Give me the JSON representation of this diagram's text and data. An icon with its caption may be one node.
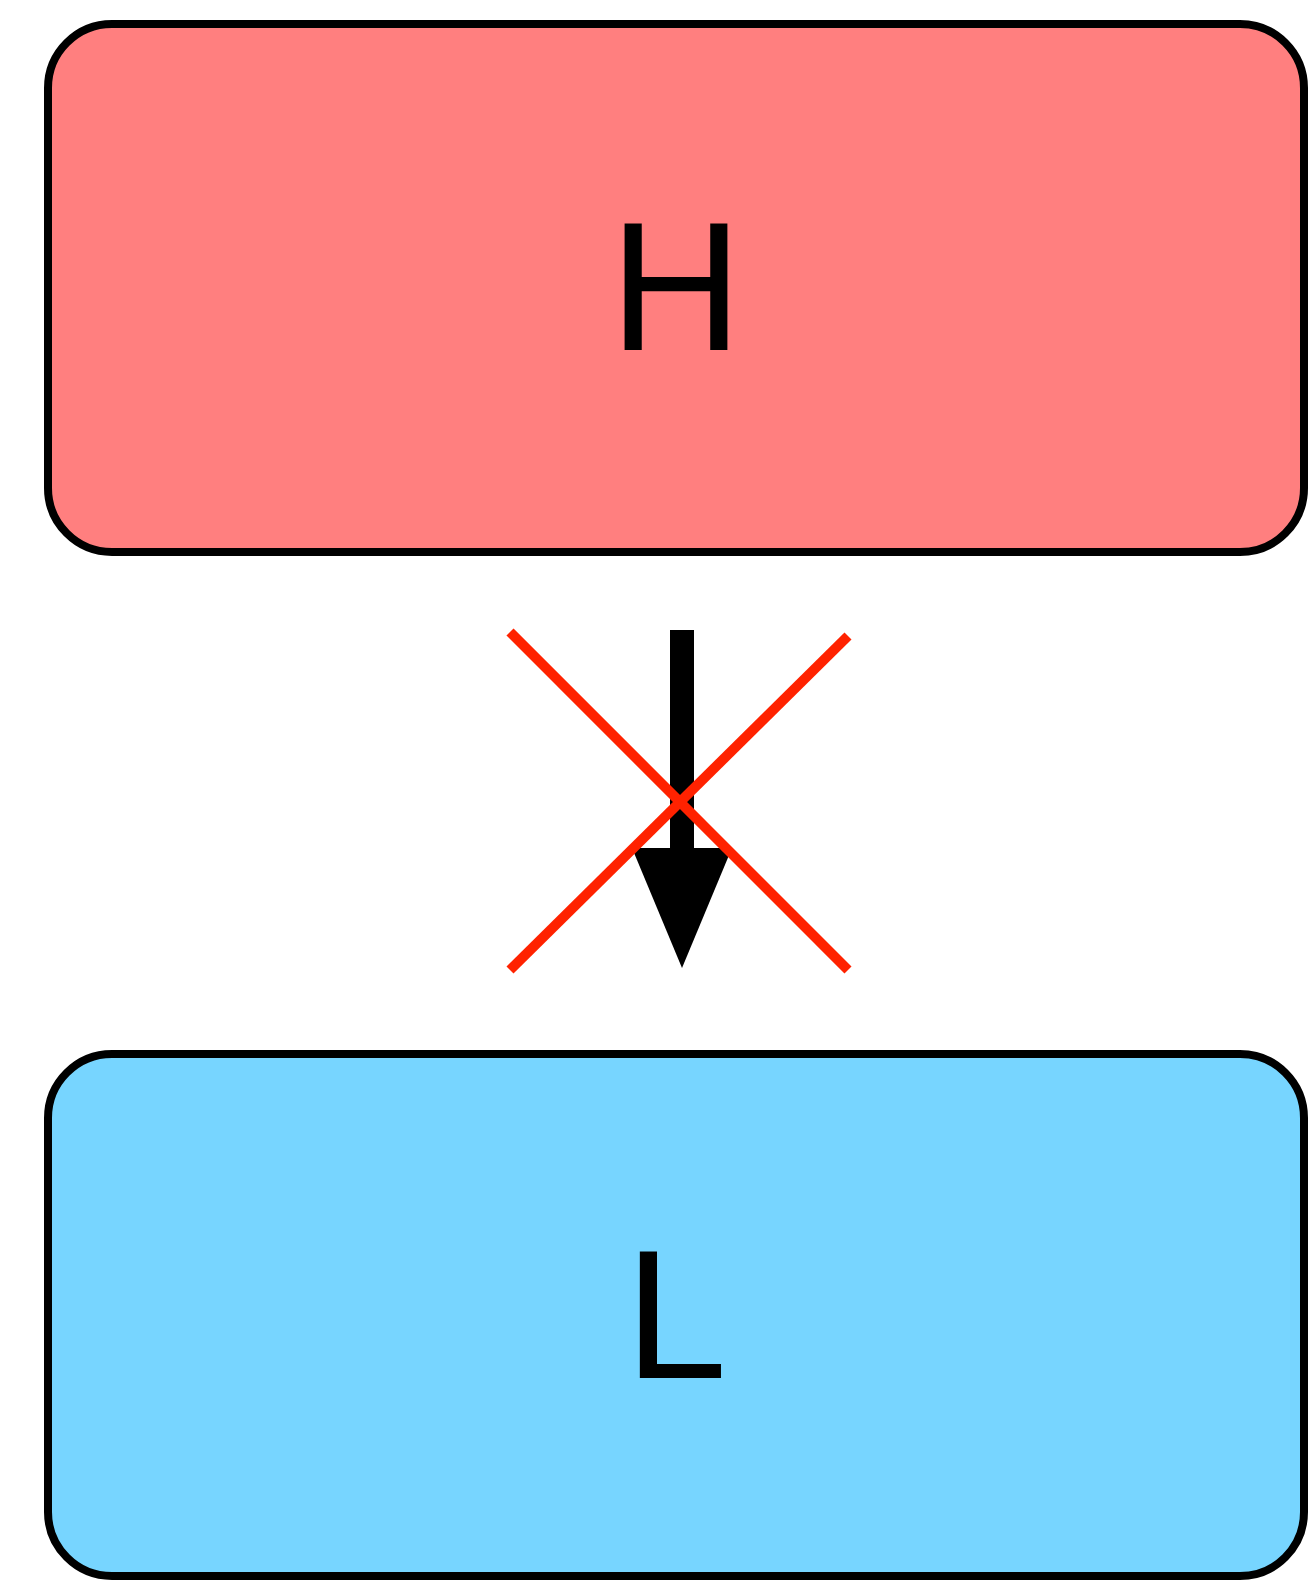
{
  "diagram": {
    "nodes": [
      {
        "text": [
          "H"
        ]
      },
      {
        "text": [
          "L"
        ]
      }
    ],
    "edges": [
      {
        "from": 0,
        "to": 1,
        "arrow": "to"
      }
    ]
  }
}
